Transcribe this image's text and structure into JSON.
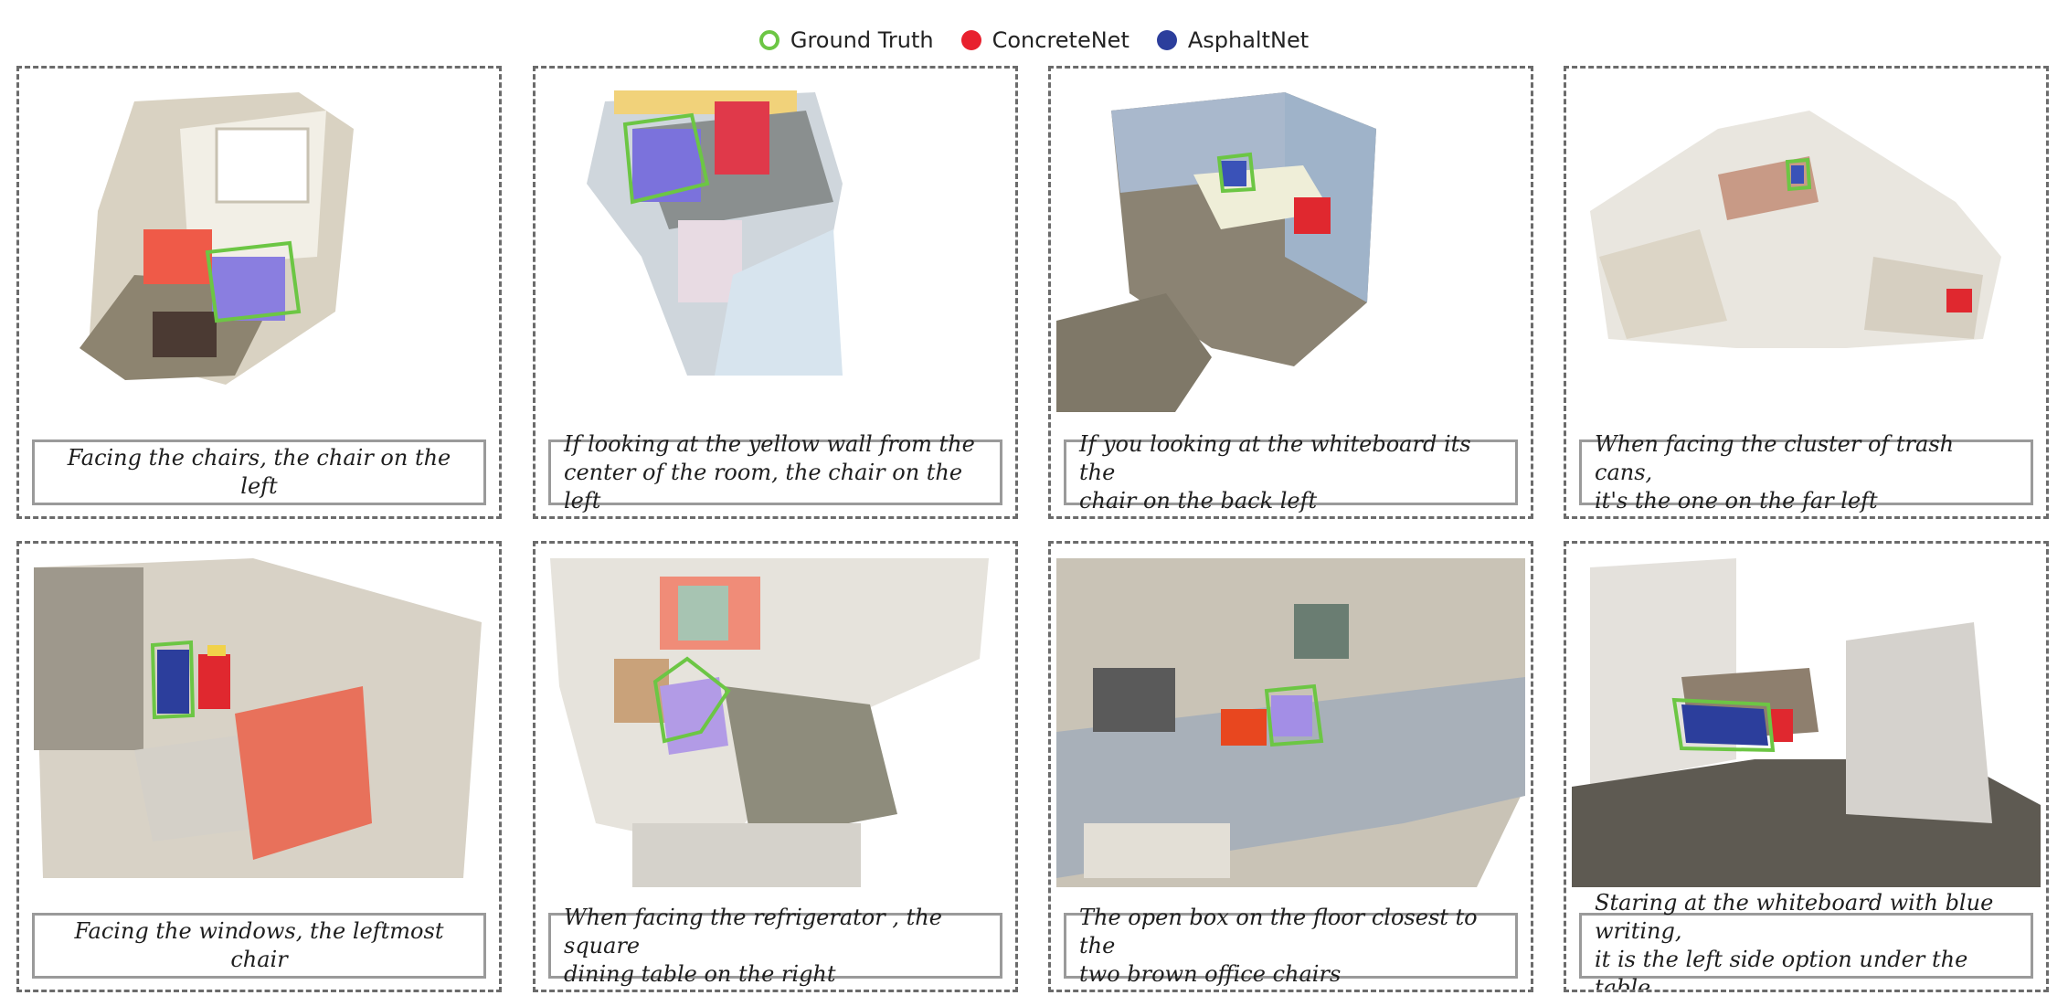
{
  "legend": [
    {
      "label": "Ground Truth",
      "style": "ring",
      "color": "#6cc644"
    },
    {
      "label": "ConcreteNet",
      "style": "dot",
      "color": "#e8212e"
    },
    {
      "label": "AsphaltNet",
      "style": "dot",
      "color": "#2c3e9c"
    }
  ],
  "colors": {
    "ground_truth": "#6cc644",
    "concretenet": "#e8212e",
    "asphaltnet": "#2c3e9c",
    "panel_border": "#6b6b6b"
  },
  "panels": [
    {
      "caption": "Facing the chairs, the chair on the left"
    },
    {
      "caption": "If looking at the yellow wall from the\ncenter of the room, the chair on the left"
    },
    {
      "caption": "If you looking at the whiteboard its the\nchair on the back left"
    },
    {
      "caption": "When facing the cluster of trash cans,\nit's the one on the far left"
    },
    {
      "caption": "Facing the windows, the leftmost chair"
    },
    {
      "caption": "When facing the refrigerator , the square\ndining table on the right"
    },
    {
      "caption": "The open box on the floor closest to the\ntwo brown office chairs"
    },
    {
      "caption": "Staring at the whiteboard with blue writing,\nit is the left side option under the table"
    }
  ]
}
